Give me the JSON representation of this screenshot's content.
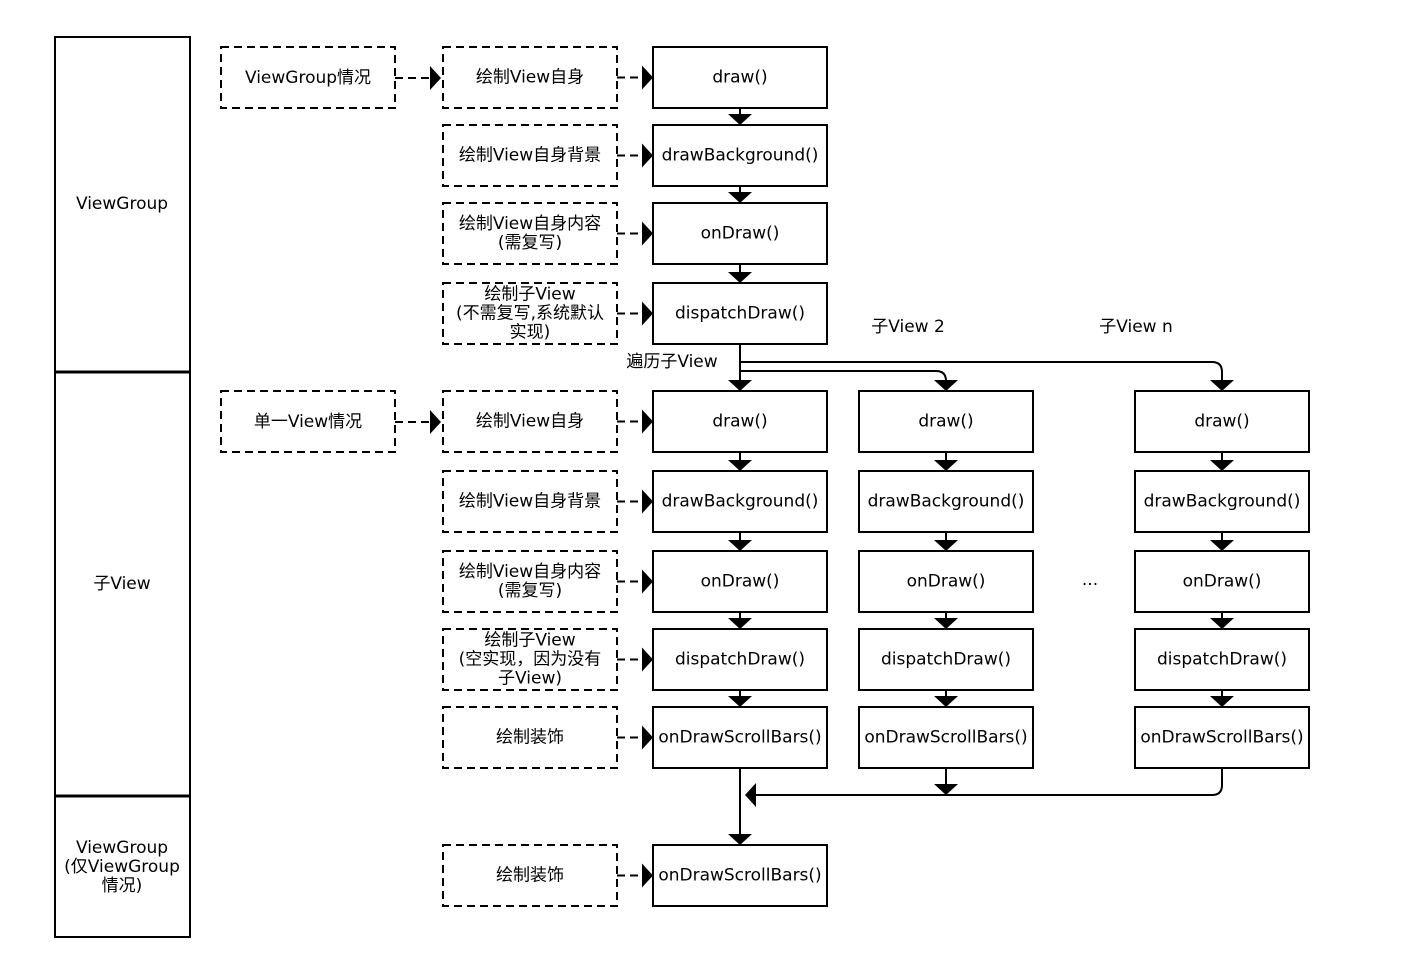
{
  "side_sections": {
    "viewgroup": "ViewGroup",
    "child_view": "子View",
    "viewgroup_only": [
      "ViewGroup",
      "(仅ViewGroup",
      "情况)"
    ]
  },
  "cases": {
    "viewgroup_case": "ViewGroup情况",
    "single_view_case": "单一View情况"
  },
  "viewgroup_steps": [
    {
      "desc": [
        "绘制View自身"
      ],
      "method": "draw()"
    },
    {
      "desc": [
        "绘制View自身背景"
      ],
      "method": "drawBackground()"
    },
    {
      "desc": [
        "绘制View自身内容",
        "(需复写)"
      ],
      "method": "onDraw()"
    },
    {
      "desc": [
        "绘制子View",
        "(不需复写,系统默认",
        "实现)"
      ],
      "method": "dispatchDraw()"
    }
  ],
  "traverse_label": "遍历子View",
  "child_labels": {
    "child2": "子View 2",
    "childn": "子View n"
  },
  "child_steps": [
    {
      "desc": [
        "绘制View自身"
      ],
      "method": "draw()"
    },
    {
      "desc": [
        "绘制View自身背景"
      ],
      "method": "drawBackground()"
    },
    {
      "desc": [
        "绘制View自身内容",
        "(需复写)"
      ],
      "method": "onDraw()"
    },
    {
      "desc": [
        "绘制子View",
        "(空实现，因为没有",
        "子View)"
      ],
      "method": "dispatchDraw()"
    },
    {
      "desc": [
        "绘制装饰"
      ],
      "method": "onDrawScrollBars()"
    }
  ],
  "ellipsis": "...",
  "final_step": {
    "desc": [
      "绘制装饰"
    ],
    "method": "onDrawScrollBars()"
  }
}
